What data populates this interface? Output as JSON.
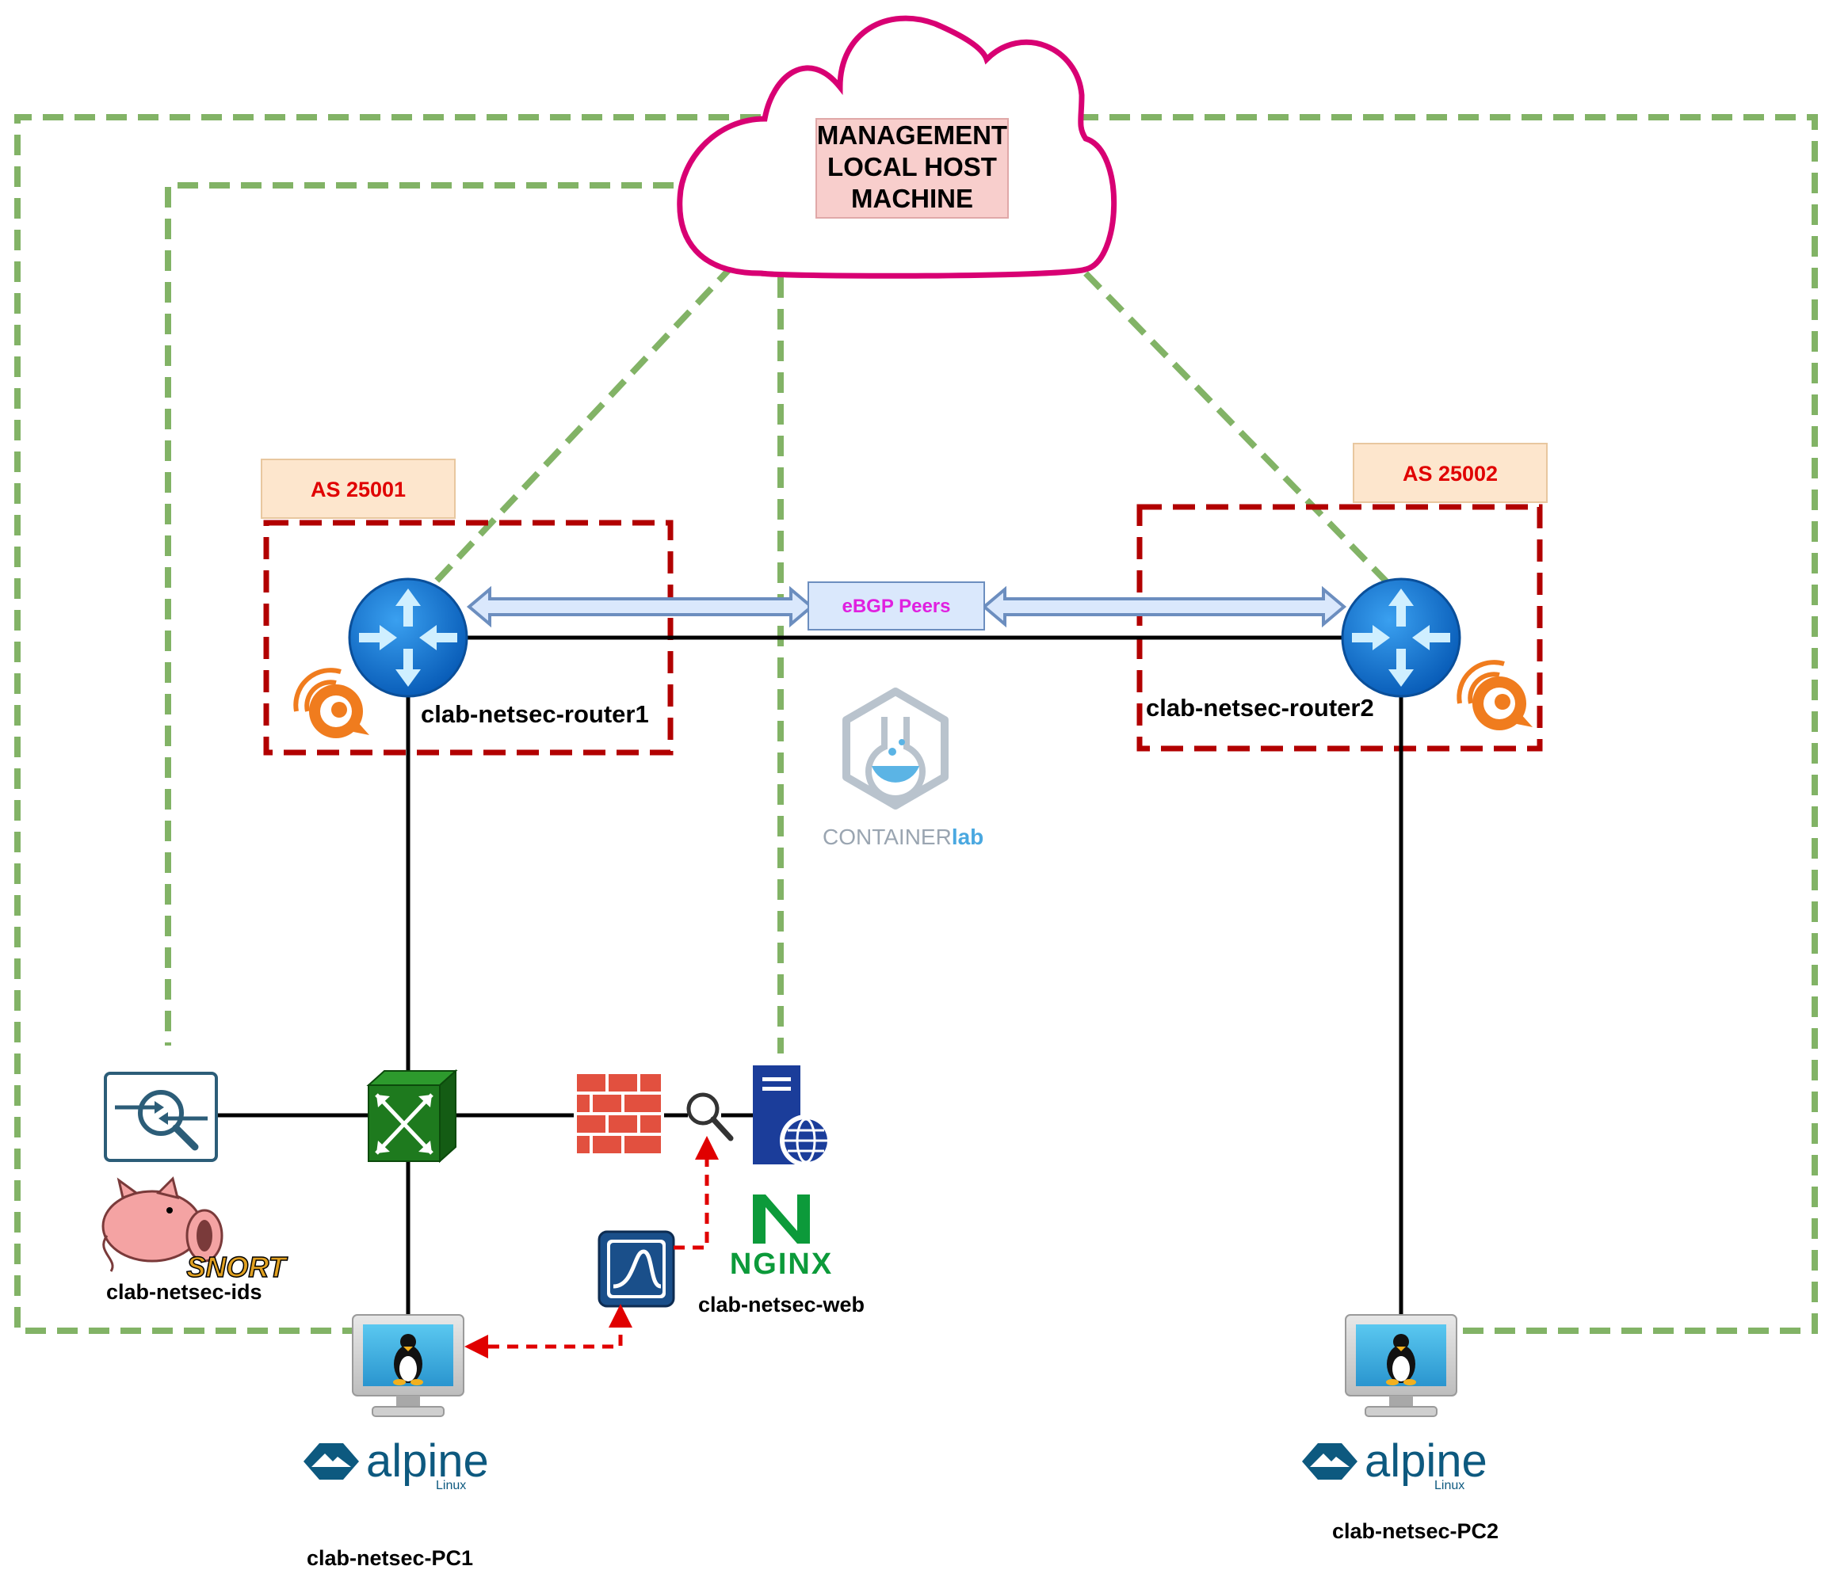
{
  "management": {
    "lines": [
      "MANAGEMENT",
      "LOCAL HOST",
      "MACHINE"
    ]
  },
  "as_labels": {
    "as1": "AS 25001",
    "as2": "AS 25002"
  },
  "ebgp": "eBGP Peers",
  "containerlab": {
    "part1": "CONTAINER",
    "part2": "lab"
  },
  "nodes": {
    "router1": "clab-netsec-router1",
    "router2": "clab-netsec-router2",
    "ids": "clab-netsec-ids",
    "web": "clab-netsec-web",
    "pc1": "clab-netsec-PC1",
    "pc2": "clab-netsec-PC2"
  },
  "logos": {
    "snort": "SNORT",
    "nginx": "NGINX",
    "alpine": "alpine",
    "alpine_sub": "Linux"
  },
  "colors": {
    "mgmt_dash": "#82b366",
    "as_box_dash": "#b20000",
    "cloud_stroke": "#d80073",
    "router_blue": "#0a6fc9",
    "switch_green": "#1e7a1e",
    "firewall_red": "#e2503f",
    "arrow_blue": "#6c8ebf",
    "ebgp_text": "#e020e0",
    "as_text": "#e00000",
    "capture_red": "#e00000",
    "frr_orange": "#f07c1e"
  },
  "icons": [
    "cloud-icon",
    "router-icon",
    "switch-icon",
    "firewall-icon",
    "magnifier-icon",
    "web-server-icon",
    "wireshark-icon",
    "ids-tap-icon",
    "monitor-icon",
    "tux-icon",
    "frr-icon",
    "containerlab-icon",
    "snort-pig-icon",
    "nginx-icon",
    "alpine-icon"
  ]
}
